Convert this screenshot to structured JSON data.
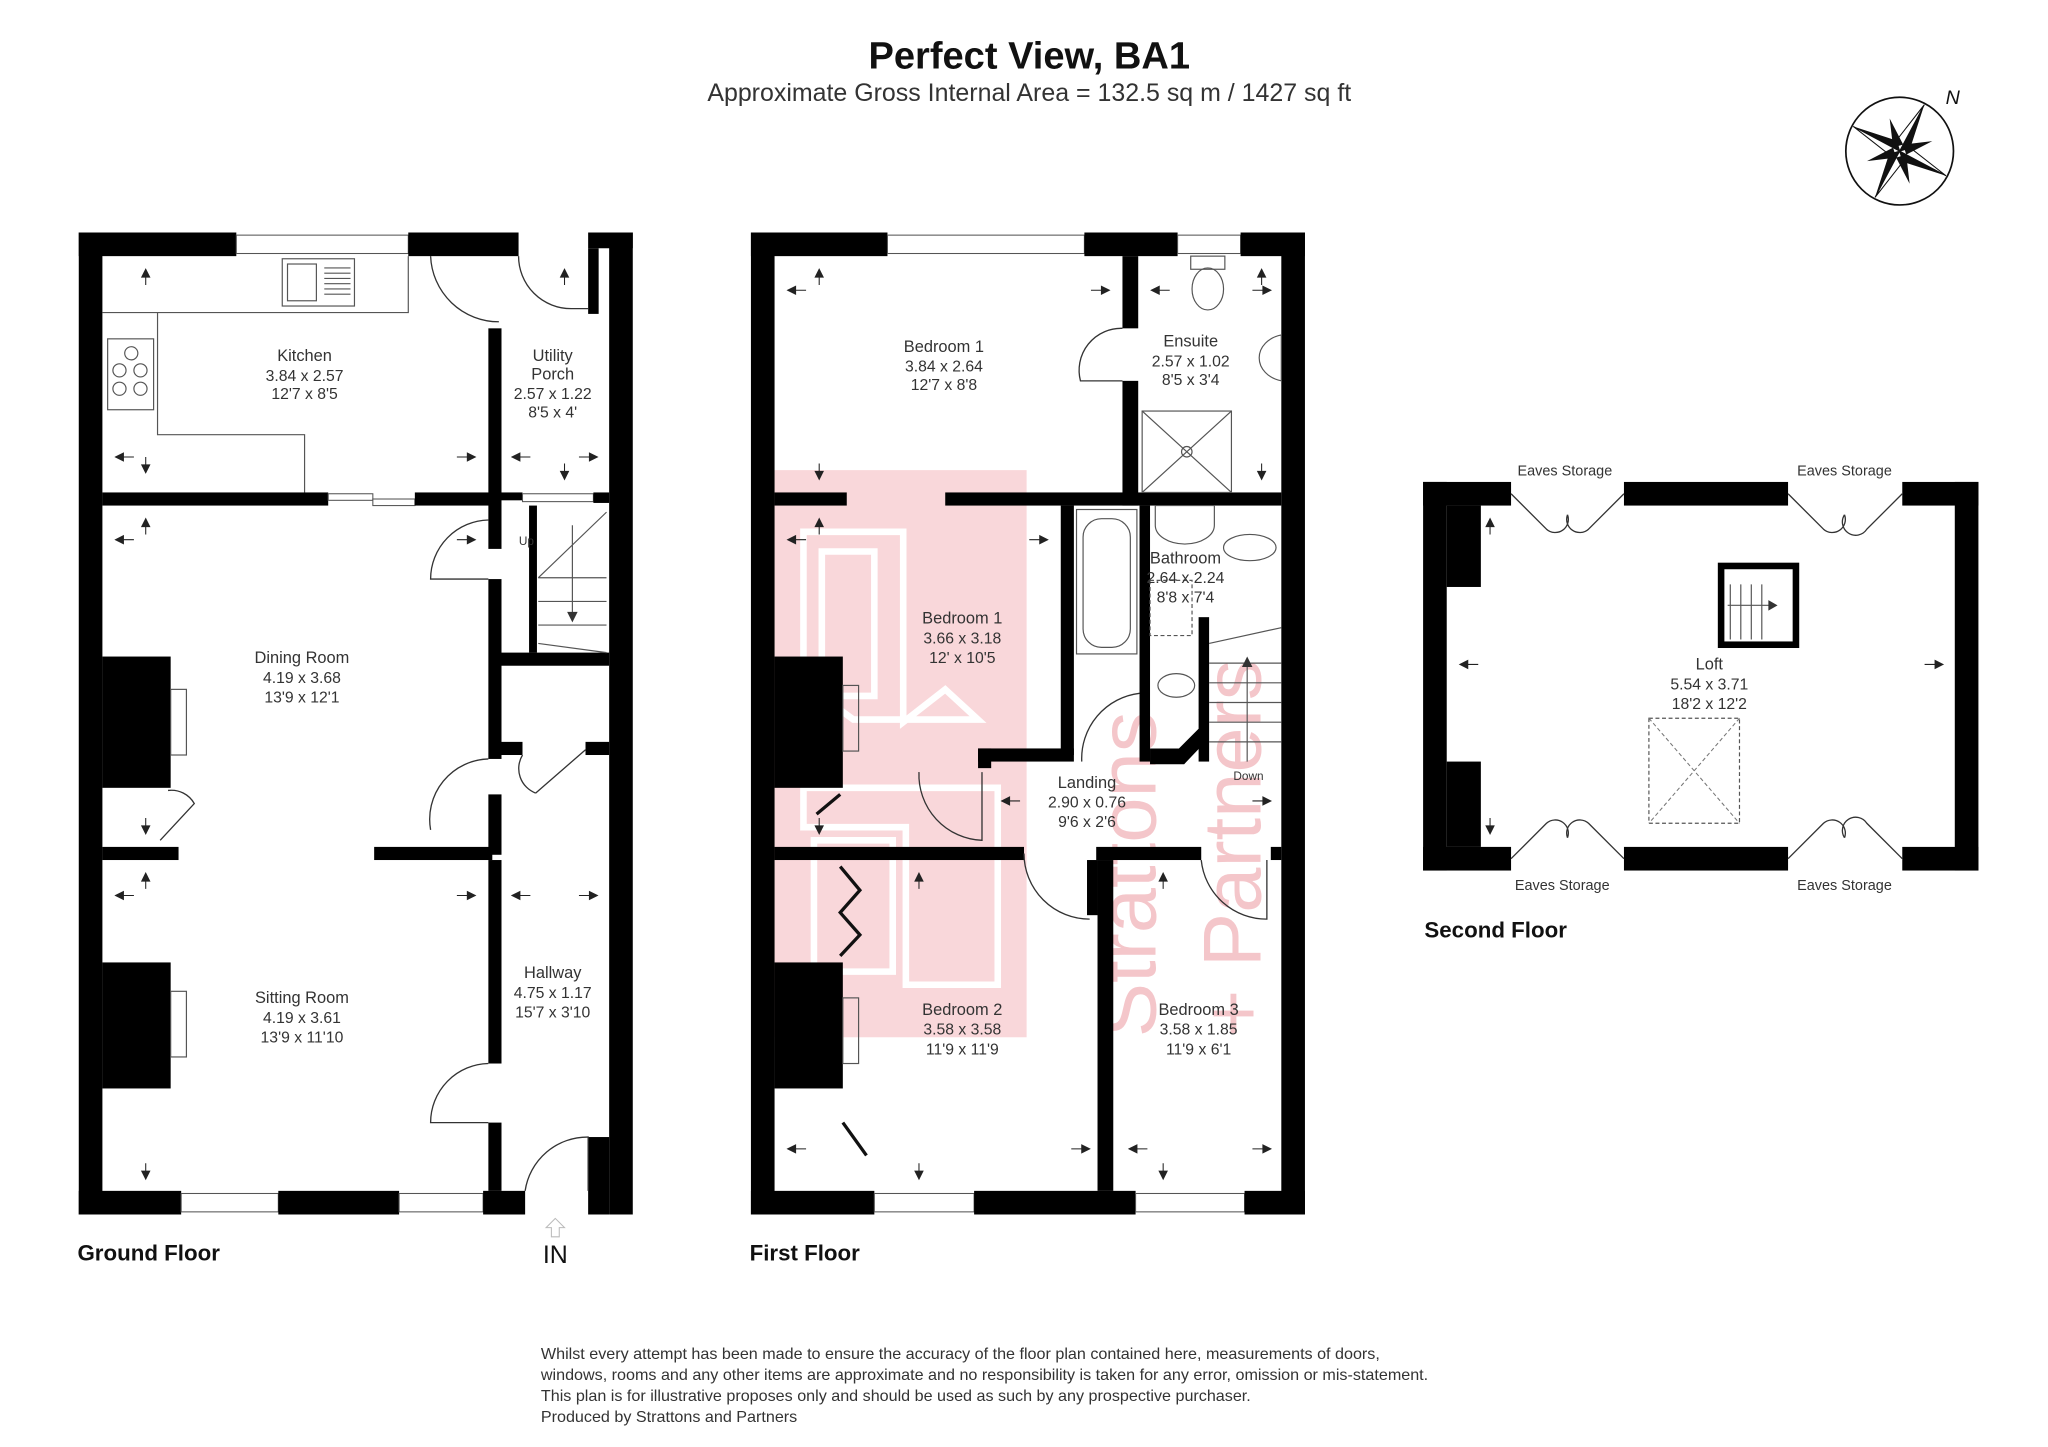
{
  "header": {
    "title": "Perfect View, BA1",
    "subtitle": "Approximate Gross Internal Area = 132.5 sq m / 1427 sq ft"
  },
  "compass": {
    "label": "N"
  },
  "colors": {
    "walls": "#000000",
    "watermark": "#f4c6ca"
  },
  "watermark": {
    "text_line1": "Strattons",
    "text_line2": "+ Partners"
  },
  "ground_floor": {
    "label": "Ground Floor",
    "entrance_label": "IN",
    "stairs_label": "Up",
    "rooms": [
      {
        "name": "Kitchen",
        "metric": "3.84 x 2.57",
        "imperial": "12'7 x 8'5"
      },
      {
        "name": "Utility",
        "name2": "Porch",
        "metric": "2.57 x 1.22",
        "imperial": "8'5 x 4'"
      },
      {
        "name": "Dining Room",
        "metric": "4.19 x 3.68",
        "imperial": "13'9 x 12'1"
      },
      {
        "name": "Sitting Room",
        "metric": "4.19 x 3.61",
        "imperial": "13'9 x 11'10"
      },
      {
        "name": "Hallway",
        "metric": "4.75 x 1.17",
        "imperial": "15'7 x 3'10"
      }
    ]
  },
  "first_floor": {
    "label": "First Floor",
    "stairs_label": "Down",
    "rooms": [
      {
        "name": "Bedroom 1",
        "metric": "3.84 x 2.64",
        "imperial": "12'7 x 8'8"
      },
      {
        "name": "Ensuite",
        "metric": "2.57 x 1.02",
        "imperial": "8'5 x 3'4"
      },
      {
        "name": "Bedroom 1",
        "metric": "3.66 x 3.18",
        "imperial": "12' x 10'5"
      },
      {
        "name": "Bathroom",
        "metric": "2.64 x 2.24",
        "imperial": "8'8 x 7'4"
      },
      {
        "name": "Landing",
        "metric": "2.90 x 0.76",
        "imperial": "9'6 x 2'6"
      },
      {
        "name": "Bedroom 2",
        "metric": "3.58 x 3.58",
        "imperial": "11'9 x 11'9"
      },
      {
        "name": "Bedroom 3",
        "metric": "3.58 x 1.85",
        "imperial": "11'9 x 6'1"
      }
    ]
  },
  "second_floor": {
    "label": "Second Floor",
    "eaves": [
      "Eaves Storage",
      "Eaves Storage",
      "Eaves Storage",
      "Eaves Storage"
    ],
    "rooms": [
      {
        "name": "Loft",
        "metric": "5.54 x 3.71",
        "imperial": "18'2 x 12'2"
      }
    ]
  },
  "disclaimer": [
    "Whilst every attempt has been made to ensure the accuracy of the floor plan contained here, measurements of doors,",
    "windows, rooms and any other items are approximate and no responsibility is taken for any error, omission or mis-statement.",
    "This plan is for illustrative proposes only and should be used as such by any prospective purchaser.",
    "Produced by Strattons and Partners"
  ]
}
